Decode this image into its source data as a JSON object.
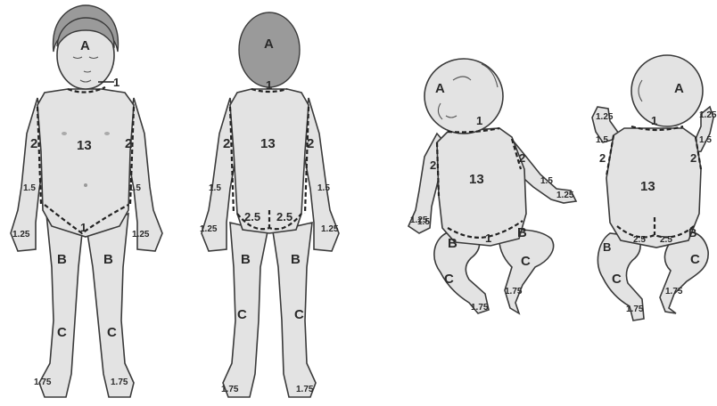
{
  "figures": [
    {
      "id": "child-front",
      "labels": {
        "head": "A",
        "neck": "1",
        "trunk": "13",
        "upper_arm_left": "2",
        "upper_arm_right": "2",
        "forearm_left": "1.5",
        "forearm_right": "1.5",
        "hand_left": "1.25",
        "hand_right": "1.25",
        "genitals": "1",
        "thigh_left": "B",
        "thigh_right": "B",
        "leg_left": "C",
        "leg_right": "C",
        "foot_left": "1.75",
        "foot_right": "1.75"
      }
    },
    {
      "id": "child-back",
      "labels": {
        "head": "A",
        "neck": "1",
        "trunk": "13",
        "upper_arm_left": "2",
        "upper_arm_right": "2",
        "forearm_left": "1.5",
        "forearm_right": "1.5",
        "hand_left": "1.25",
        "hand_right": "1.25",
        "buttock_left": "2.5",
        "buttock_right": "2.5",
        "thigh_left": "B",
        "thigh_right": "B",
        "leg_left": "C",
        "leg_right": "C",
        "foot_left": "1.75",
        "foot_right": "1.75"
      }
    },
    {
      "id": "infant-front",
      "labels": {
        "head": "A",
        "neck": "1",
        "trunk": "13",
        "upper_arm_left": "2",
        "upper_arm_right": "2",
        "forearm_left": "1.5",
        "forearm_right": "1.5",
        "hand_left": "1.25",
        "hand_right": "1.25",
        "genitals": "1",
        "thigh_left": "B",
        "thigh_right": "B",
        "leg_left": "C",
        "leg_right": "C",
        "foot_right": "1.75",
        "foot_left": "1.75"
      }
    },
    {
      "id": "infant-back",
      "labels": {
        "head": "A",
        "neck": "1",
        "trunk": "13",
        "hand_left": "1.25",
        "hand_right": "1.25",
        "forearm_left": "1.5",
        "forearm_right": "1.5",
        "upper_arm_left": "2",
        "upper_arm_right": "2",
        "buttock_left": "2.5",
        "buttock_right": "2.5",
        "thigh_left": "B",
        "thigh_right": "B",
        "leg_left": "C",
        "leg_right": "C",
        "foot_left": "1.75",
        "foot_right": "1.75"
      }
    }
  ]
}
